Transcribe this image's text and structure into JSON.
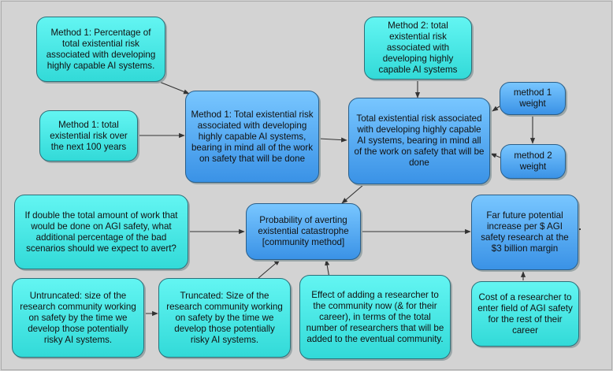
{
  "nodes": {
    "m1_percentage": "Method 1: Percentage of total existential risk associated with developing highly capable AI systems.",
    "m1_total_risk": "Method 1: total existential risk over the next 100 years",
    "m1_total_ai_risk": "Method 1: Total existential risk associated with developing highly capable AI systems, bearing in mind all of the work on safety that will be done",
    "m2_total": "Method 2: total existential risk associated with developing highly capable AI systems",
    "total_ai_risk": "Total existential risk associated with developing highly capable AI systems, bearing in mind all of the work on safety that will be done",
    "method1_weight": "method 1 weight",
    "method2_weight": "method 2 weight",
    "double_work": "If double the total amount of work that would be done on AGI safety, what additional percentage of the bad scenarios should we expect to avert?",
    "probability_averting": "Probability of averting existential catastrophe [community method]",
    "far_future": "Far future potential increase per $ AGI safety research at the $3 billion margin",
    "untruncated": "Untruncated: size of the research community working on safety by the time we develop those potentially risky AI systems.",
    "truncated": "Truncated: Size of the research community working on safety by the time we develop those potentially risky AI systems.",
    "effect_researcher": "Effect of adding a researcher to the community now (& for their career), in terms of the total number of researchers that will be added to the eventual community.",
    "cost_researcher": "Cost of a researcher to enter field of AGI safety for the rest of their career"
  },
  "colors": {
    "background": "#d3d3d3",
    "input_node": "#3fe3e0",
    "computed_node": "#58aaf2",
    "arrow": "#333333"
  }
}
